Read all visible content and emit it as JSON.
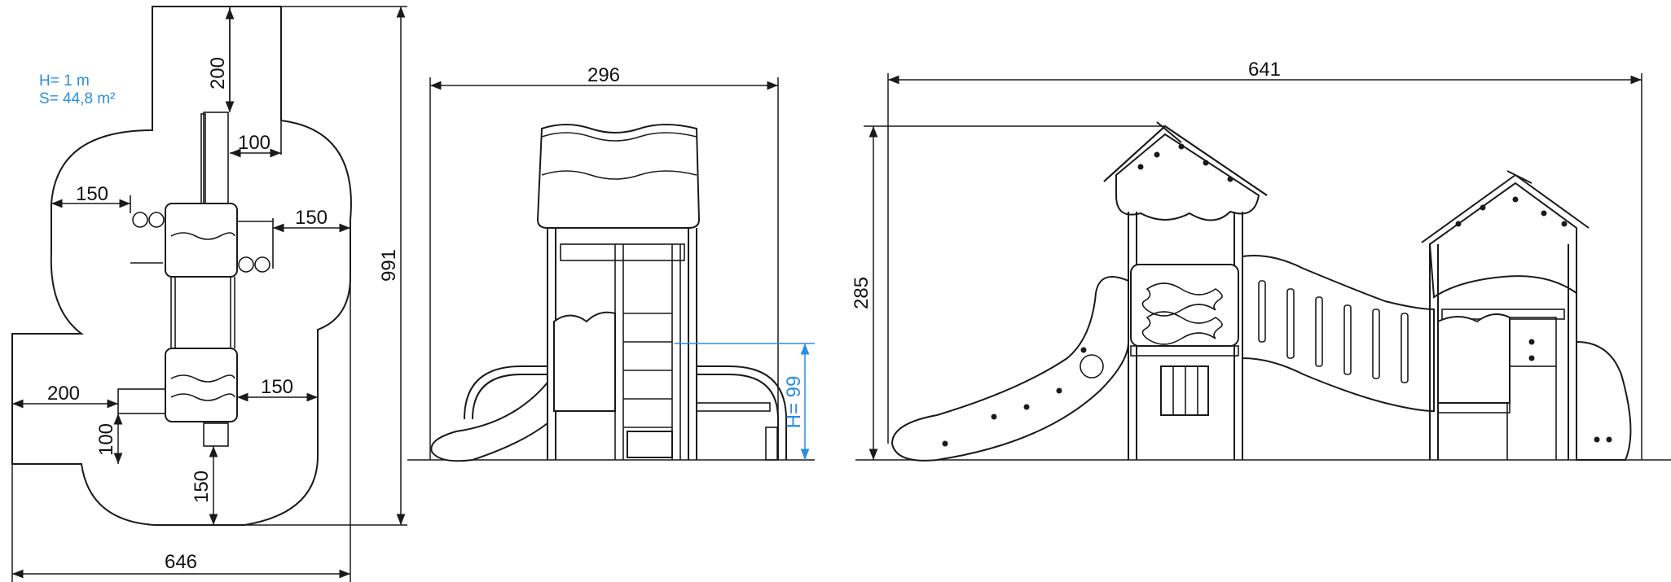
{
  "plan": {
    "notes": {
      "height": "H= 1 m",
      "area": "S= 44,8 m²"
    },
    "dims": {
      "top": "200",
      "inner": "100",
      "left_upper": "150",
      "right_upper": "150",
      "left_lower": "200",
      "right_lower": "150",
      "left_small": "100",
      "bottom": "150",
      "total_height": "991",
      "total_width": "646"
    }
  },
  "front_view": {
    "dims": {
      "width": "296",
      "platform_height": "H= 99"
    }
  },
  "side_view": {
    "dims": {
      "width": "641",
      "height": "285"
    }
  },
  "colors": {
    "line": "#1a1a1a",
    "accent": "#2a8ee0"
  }
}
